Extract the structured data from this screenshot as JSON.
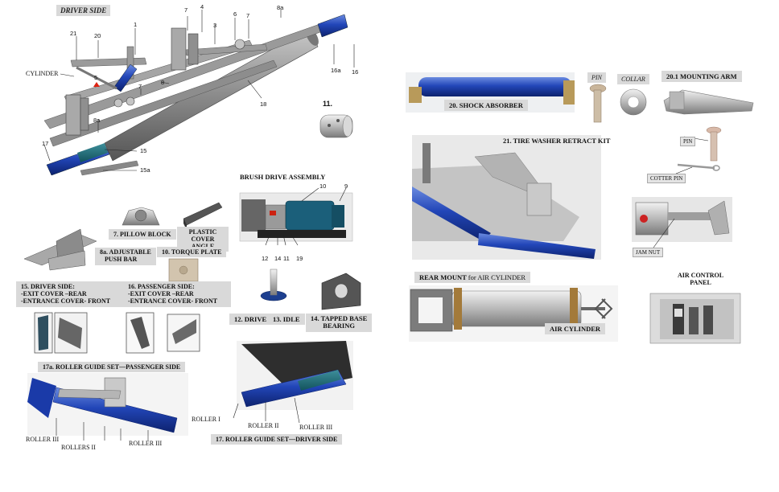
{
  "title": "DRIVER SIDE",
  "main_labels": {
    "cylinder": "CYLINDER",
    "n1": "1",
    "n3": "3",
    "n4": "4",
    "n5": "5",
    "n6": "6",
    "n7a": "7",
    "n7b": "7",
    "n7c": "7",
    "n8": "8",
    "n8a_top": "8a",
    "n8a_mid": "8a",
    "n11": "11.",
    "n15": "15",
    "n15a": "15a",
    "n16": "16",
    "n16a": "16a",
    "n17": "17",
    "n18": "18",
    "n20": "20",
    "n21": "21"
  },
  "parts": {
    "pillow_block": "7. PILLOW BLOCK",
    "plastic_cover": "PLASTIC COVER ANGLE",
    "push_bar_line1": "8a. ADJUSTABLE",
    "push_bar_line2": "PUSH BAR",
    "torque_plate": "10. TORQUE PLATE",
    "brush_drive": "BRUSH DRIVE ASSEMBLY",
    "bd_n9": "9",
    "bd_n10": "10",
    "bd_n11": "11",
    "bd_n12": "12",
    "bd_n14": "14",
    "bd_n19": "19",
    "drive": "12. DRIVE",
    "idle": "13. IDLE",
    "tapped_line1": "14. TAPPED BASE",
    "tapped_line2": "BEARING",
    "driver_side_title": "15. DRIVER SIDE:",
    "driver_side_l1": "-EXIT COVER –REAR",
    "driver_side_l2": "-ENTRANCE COVER- FRONT",
    "passenger_side_title": "16. PASSENGER SIDE:",
    "passenger_side_l1": "-EXIT COVER –REAR",
    "passenger_side_l2": "-ENTRANCE COVER- FRONT",
    "roller_passenger": "17a. ROLLER GUIDE SET—PASSENGER SIDE",
    "roller_driver": "17. ROLLER GUIDE SET—DRIVER SIDE",
    "roller_i": "ROLLER I",
    "roller_ii": "ROLLER II",
    "roller_iii_a": "ROLLER III",
    "roller_iii_b": "ROLLER III",
    "rollers_ii": "ROLLERS II",
    "roller_iii_c": "ROLLER III"
  },
  "right": {
    "shock_absorber": "20. SHOCK ABSORBER",
    "pin": "PIN",
    "collar": "COLLAR",
    "mounting_arm": "20.1 MOUNTING ARM",
    "pin_small": "PIN",
    "cotter_pin": "COTTER PIN",
    "tire_washer": "21. TIRE WASHER RETRACT KIT",
    "jam_nut": "JAM NUT",
    "rear_mount": "REAR MOUNT",
    "rear_mount_for": "for AIR CYLINDER",
    "air_cylinder": "AIR CYLINDER",
    "air_control_l1": "AIR CONTROL",
    "air_control_l2": "PANEL"
  }
}
